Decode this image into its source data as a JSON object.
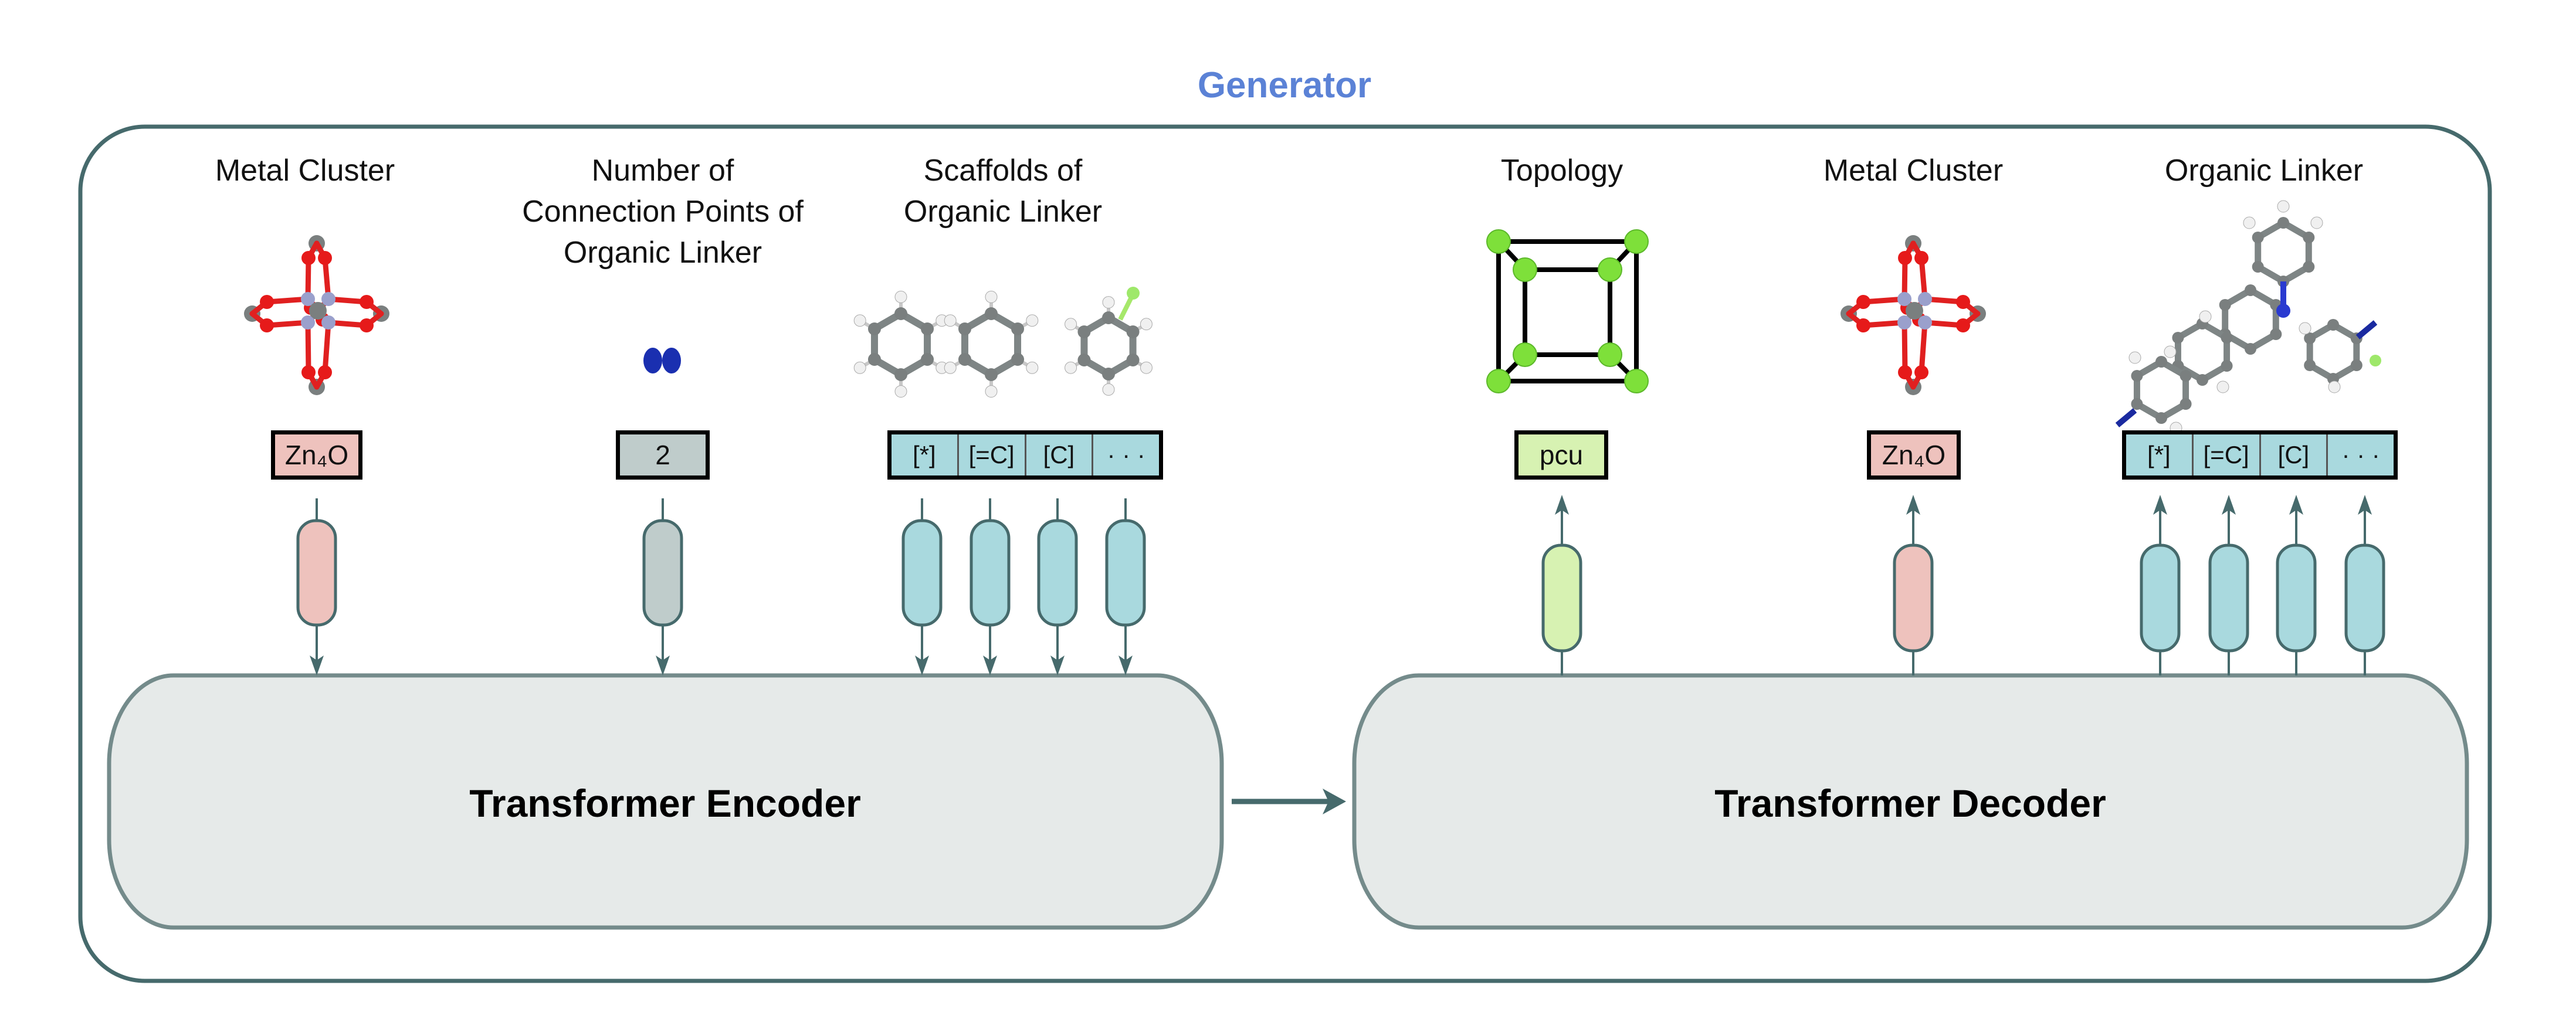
{
  "title": "Generator",
  "colors": {
    "title": "#5b82d6",
    "frame": "#466a6c",
    "block_fill": "#e6eae9",
    "metal": "#eec2bd",
    "count": "#bfcccb",
    "linker": "#a9d9de",
    "topology": "#d7f2b2"
  },
  "encoder": {
    "name": "Transformer Encoder",
    "inputs": [
      {
        "label": "Metal Cluster",
        "token": "Zn₄O",
        "molecule_icon": "zn4o-cluster-icon"
      },
      {
        "label": "Number of\nConnection Points of\nOrganic Linker",
        "token": "2",
        "molecule_icon": "connection-points-icon"
      },
      {
        "label": "Scaffolds of\nOrganic Linker",
        "tokens": [
          "[*]",
          "[=C]",
          "[C]",
          "· · ·"
        ],
        "molecule_icon": "scaffold-molecule-icon"
      }
    ]
  },
  "decoder": {
    "name": "Transformer Decoder",
    "outputs": [
      {
        "label": "Topology",
        "token": "pcu",
        "molecule_icon": "pcu-topology-icon"
      },
      {
        "label": "Metal Cluster",
        "token": "Zn₄O",
        "molecule_icon": "zn4o-cluster-icon"
      },
      {
        "label": "Organic Linker",
        "tokens": [
          "[*]",
          "[=C]",
          "[C]",
          "· · ·"
        ],
        "molecule_icon": "organic-linker-molecule-icon"
      }
    ]
  }
}
